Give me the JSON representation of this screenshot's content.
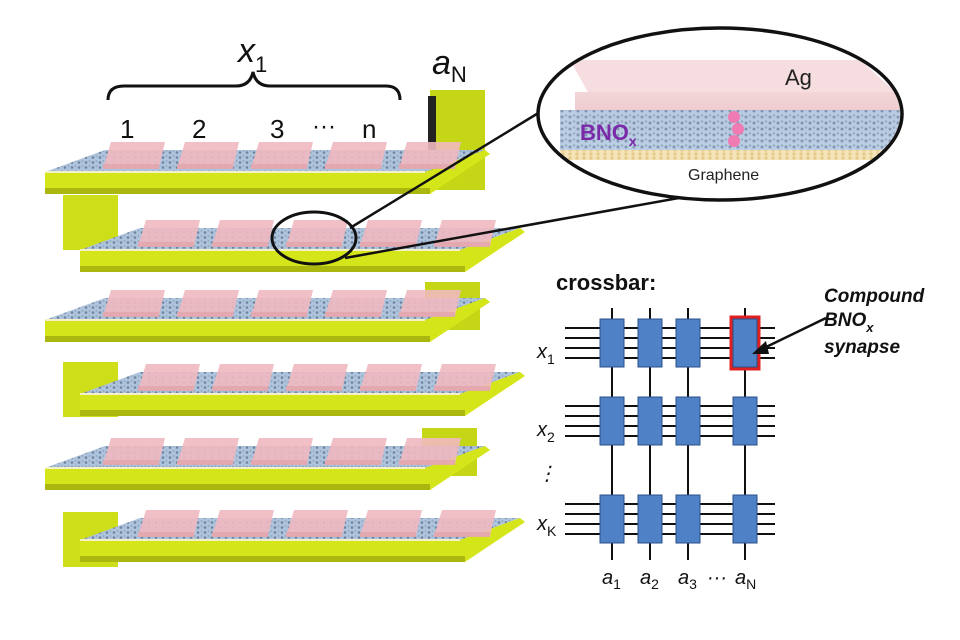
{
  "top": {
    "x_label": "x",
    "x_sub": "1",
    "a_label": "a",
    "a_sub": "N",
    "indices": [
      "1",
      "2",
      "3",
      "···",
      "n"
    ]
  },
  "inset": {
    "top_layer": "Ag",
    "middle_layer": "BNO",
    "middle_sub": "x",
    "bottom_layer": "Graphene"
  },
  "crossbar": {
    "title": "crossbar:",
    "callout_line1": "Compound",
    "callout_line2": "BNO",
    "callout_line2_sub": "x",
    "callout_line3": "synapse",
    "row_labels": [
      {
        "main": "x",
        "sub": "1"
      },
      {
        "main": "x",
        "sub": "2"
      },
      {
        "main": "⋮",
        "sub": ""
      },
      {
        "main": "x",
        "sub": "K"
      }
    ],
    "col_labels": [
      {
        "main": "a",
        "sub": "1"
      },
      {
        "main": "a",
        "sub": "2"
      },
      {
        "main": "a",
        "sub": "3"
      },
      {
        "main": "···",
        "sub": ""
      },
      {
        "main": "a",
        "sub": "N"
      }
    ]
  },
  "colors": {
    "frame": "#d4e51a",
    "frame_dark": "#a9b70f",
    "film": "#a9bfd9",
    "pad": "#f0b9c0",
    "cell": "#4f81c7",
    "highlight": "#e02020"
  }
}
